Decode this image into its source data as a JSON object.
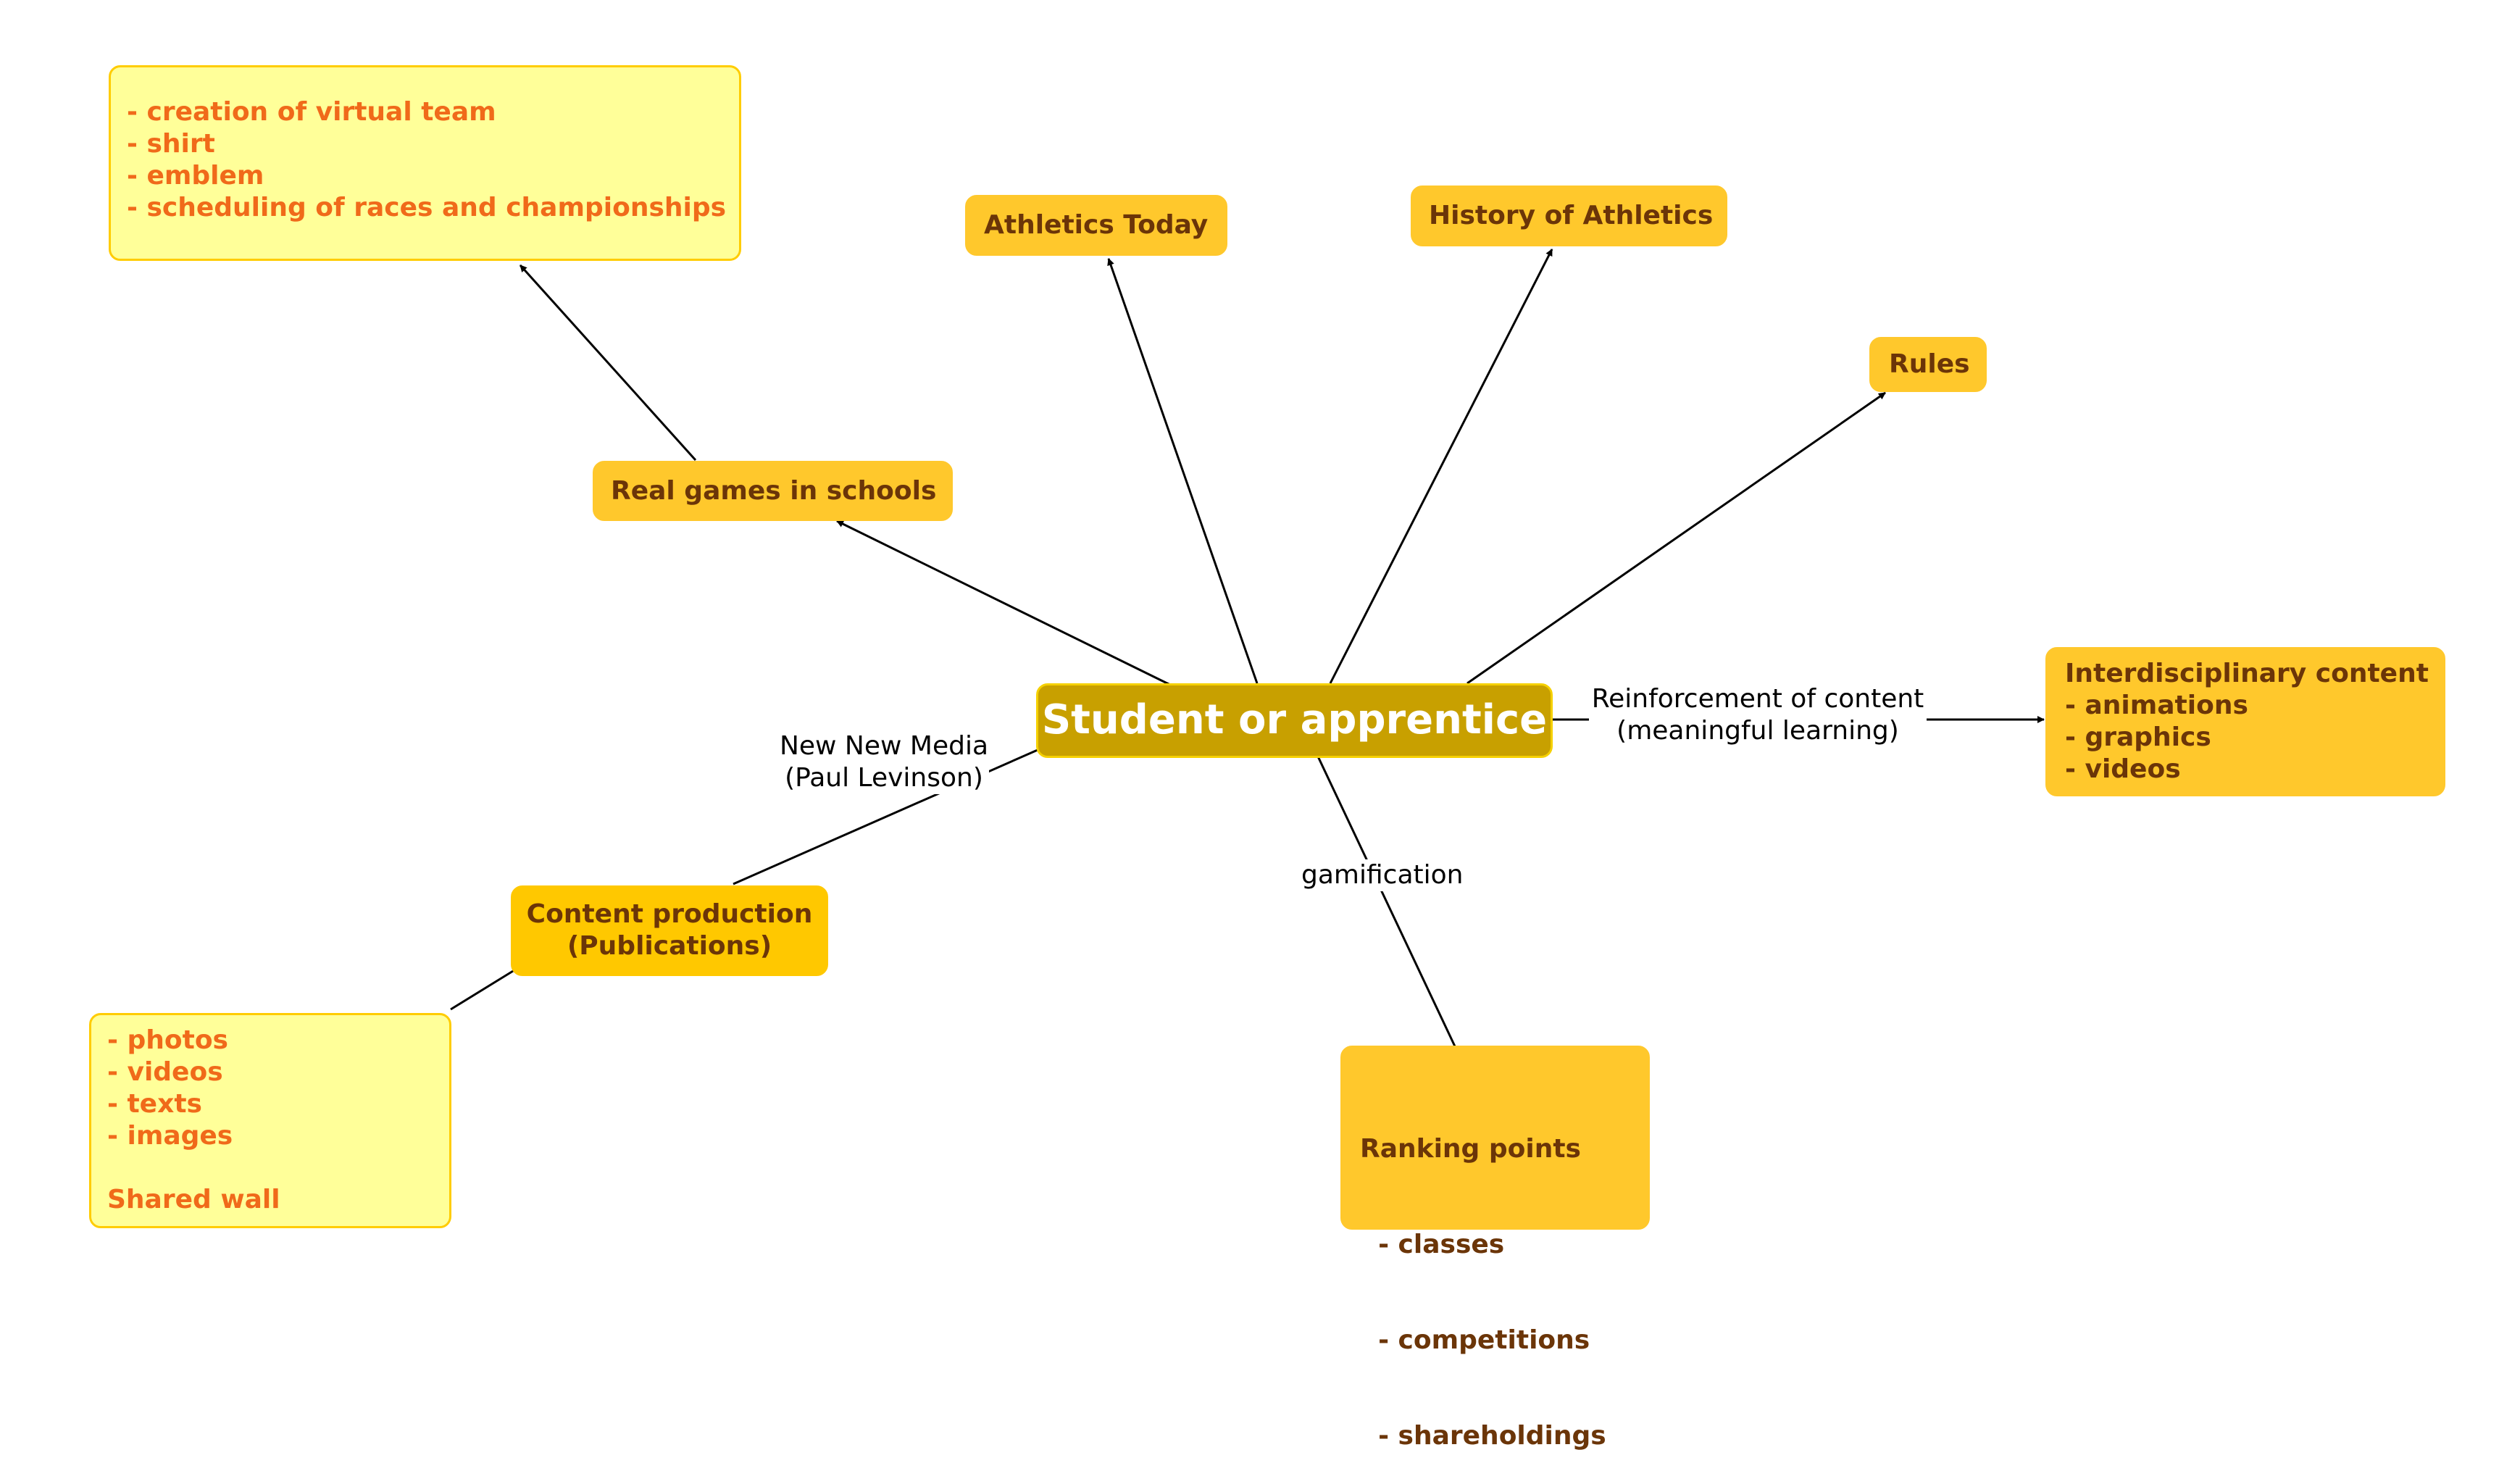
{
  "center": {
    "text": "Student or apprentice"
  },
  "nodes": {
    "virtual_team": {
      "lines": [
        "- creation of virtual team",
        "- shirt",
        "- emblem",
        "- scheduling of races and championships"
      ]
    },
    "real_games": {
      "lines": [
        "Real games in schools"
      ]
    },
    "athletics_today": {
      "lines": [
        "Athletics Today"
      ]
    },
    "history": {
      "lines": [
        "History of Athletics"
      ]
    },
    "rules": {
      "lines": [
        "Rules"
      ]
    },
    "interdisciplinary": {
      "lines": [
        "Interdisciplinary content",
        "- animations",
        "- graphics",
        "- videos"
      ]
    },
    "ranking": {
      "lines": [
        "Ranking points",
        "  - classes",
        "  - competitions",
        "  - shareholdings"
      ]
    },
    "content_production": {
      "lines": [
        "Content production",
        "(Publications)"
      ]
    },
    "shared_wall": {
      "lines": [
        "- photos",
        "- videos",
        "- texts",
        "- images",
        "",
        "Shared wall"
      ]
    }
  },
  "edge_labels": {
    "new_media": {
      "lines": [
        "New New Media",
        "(Paul Levinson)"
      ]
    },
    "reinforcement": {
      "lines": [
        "Reinforcement of content",
        "(meaningful learning)"
      ]
    },
    "gamification": {
      "lines": [
        "gamification"
      ]
    }
  },
  "colors": {
    "center_fill": "#c8a000",
    "node_fill": "#ffc82c",
    "node_text": "#6b3508",
    "note_fill": "#ffff99",
    "note_border": "#ffcc00",
    "note_text": "#f06a1a",
    "edge": "#000000"
  }
}
